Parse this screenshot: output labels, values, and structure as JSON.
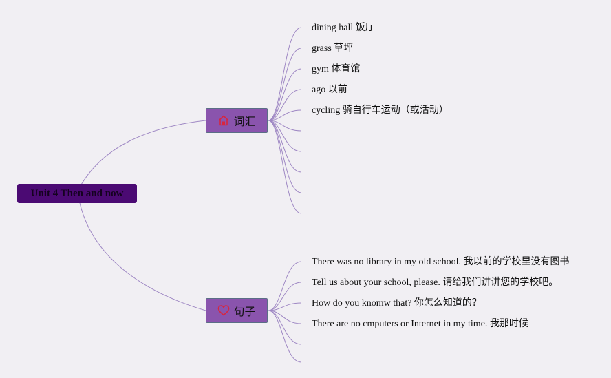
{
  "root": {
    "label": "Unit 4 Then and now"
  },
  "branches": [
    {
      "label": "词汇",
      "icon": "home-icon",
      "items": [
        "dining hall 饭厅",
        "grass 草坪",
        "gym 体育馆",
        "ago 以前",
        "cycling 骑自行车运动（或活动）",
        "",
        "",
        "",
        "",
        ""
      ]
    },
    {
      "label": "句子",
      "icon": "heart-icon",
      "items": [
        "There was no library in my old school. 我以前的学校里没有图书",
        "Tell us about your school, please. 请给我们讲讲您的学校吧。",
        "How do you knomw that? 你怎么知道的？",
        "There are no cmputers or Internet in my time. 我那时候",
        "",
        ""
      ]
    }
  ],
  "colors": {
    "background": "#f1eff3",
    "root_fill": "#4b0a73",
    "branch_fill": "#8a54ad",
    "connector": "#9f88c4",
    "icon": "#d8263f"
  }
}
